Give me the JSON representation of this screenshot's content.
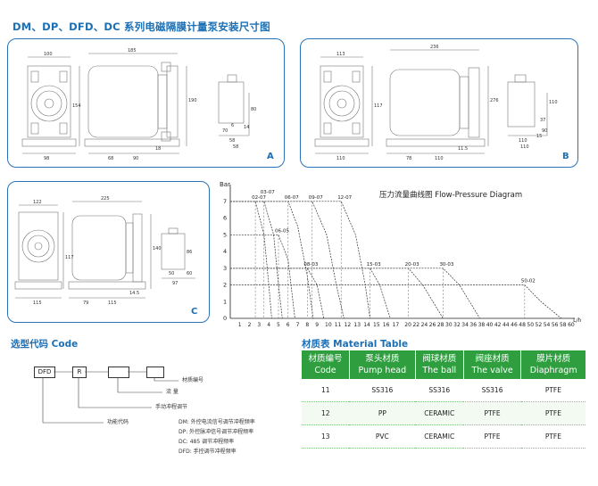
{
  "title": "DM、DP、DFD、DC 系列电磁隔膜计量泵安装尺寸图",
  "panels": {
    "A": {
      "label": "A",
      "dims": [
        "100",
        "185",
        "98",
        "68",
        "90",
        "18",
        "154",
        "190",
        "6",
        "70",
        "80",
        "58",
        "14",
        "58"
      ]
    },
    "B": {
      "label": "B",
      "dims": [
        "113",
        "236",
        "110",
        "78",
        "110",
        "11.5",
        "117",
        "276",
        "110",
        "90",
        "37",
        "110",
        "15",
        "110"
      ]
    },
    "C": {
      "label": "C",
      "dims": [
        "122",
        "225",
        "115",
        "79",
        "115",
        "14.5",
        "117",
        "140",
        "86",
        "50",
        "97",
        "60"
      ]
    }
  },
  "chart_data": {
    "type": "line",
    "title": "压力流量曲线图 Flow-Pressure Diagram",
    "ylabel": "Bar",
    "xlabel": "L/h",
    "ylim": [
      0,
      8
    ],
    "yticks": [
      0,
      1,
      2,
      3,
      4,
      5,
      6,
      7
    ],
    "xticks": [
      1,
      2,
      3,
      4,
      5,
      6,
      7,
      8,
      9,
      10,
      11,
      12,
      13,
      14,
      15,
      16,
      17,
      20,
      22,
      24,
      26,
      28,
      30,
      32,
      34,
      36,
      38,
      40,
      42,
      44,
      46,
      48,
      50,
      52,
      54,
      56,
      58,
      60
    ],
    "grid": false,
    "series": [
      {
        "name": "02-07",
        "points": [
          [
            0,
            7
          ],
          [
            2.6,
            7
          ],
          [
            3.5,
            5
          ],
          [
            4,
            2
          ],
          [
            4.3,
            0
          ]
        ]
      },
      {
        "name": "03-07",
        "points": [
          [
            0,
            7
          ],
          [
            3.5,
            7
          ],
          [
            4.5,
            5
          ],
          [
            5,
            2
          ],
          [
            5.4,
            0
          ]
        ]
      },
      {
        "name": "06-07",
        "points": [
          [
            0,
            7
          ],
          [
            6,
            7
          ],
          [
            7,
            5.5
          ],
          [
            8,
            2.5
          ],
          [
            8.6,
            0
          ]
        ]
      },
      {
        "name": "06-05",
        "points": [
          [
            0,
            5
          ],
          [
            5,
            5
          ],
          [
            6,
            3.5
          ],
          [
            6.5,
            1
          ],
          [
            6.7,
            0
          ]
        ]
      },
      {
        "name": "09-07",
        "points": [
          [
            0,
            7
          ],
          [
            8.5,
            7
          ],
          [
            10,
            5
          ],
          [
            11,
            2
          ],
          [
            11.8,
            0
          ]
        ]
      },
      {
        "name": "08-03",
        "points": [
          [
            0,
            3
          ],
          [
            8,
            3
          ],
          [
            9,
            2
          ],
          [
            9.7,
            0
          ]
        ]
      },
      {
        "name": "12-07",
        "points": [
          [
            0,
            7
          ],
          [
            11.5,
            7
          ],
          [
            13,
            5
          ],
          [
            14,
            2
          ],
          [
            14.5,
            0
          ]
        ]
      },
      {
        "name": "15-03",
        "points": [
          [
            0,
            3
          ],
          [
            14.5,
            3
          ],
          [
            15.5,
            2
          ],
          [
            16.6,
            0
          ]
        ]
      },
      {
        "name": "20-03",
        "points": [
          [
            0,
            3
          ],
          [
            20.5,
            3
          ],
          [
            24,
            2
          ],
          [
            29,
            0
          ]
        ]
      },
      {
        "name": "30-03",
        "points": [
          [
            0,
            3
          ],
          [
            29,
            3
          ],
          [
            33,
            2
          ],
          [
            38,
            0
          ]
        ]
      },
      {
        "name": "50-02",
        "points": [
          [
            0,
            2
          ],
          [
            49,
            2
          ],
          [
            53,
            1
          ],
          [
            58,
            0
          ]
        ]
      }
    ]
  },
  "code_section": {
    "title": "选型代码 Code",
    "boxes": [
      "DFD",
      "R",
      "",
      ""
    ],
    "labels": {
      "material": "材质编号",
      "flow": "流 量",
      "stroke": "手动冲程调节",
      "func": "功能代码",
      "dm": "DM: 外控电流信号调节冲程频率",
      "dp": "DP: 外控脉冲信号调节冲程频率",
      "dc": "DC: 485 调节冲程频率",
      "dfd": "DFD: 手控调节冲程频率"
    }
  },
  "material": {
    "title": "材质表 Material Table",
    "headers": [
      [
        "材质编号",
        "Code"
      ],
      [
        "泵头材质",
        "Pump head"
      ],
      [
        "阀球材质",
        "The ball"
      ],
      [
        "阀座材质",
        "The valve"
      ],
      [
        "膜片材质",
        "Diaphragm"
      ]
    ],
    "rows": [
      [
        "11",
        "SS316",
        "SS316",
        "SS316",
        "PTFE"
      ],
      [
        "12",
        "PP",
        "CERAMIC",
        "PTFE",
        "PTFE"
      ],
      [
        "13",
        "PVC",
        "CERAMIC",
        "PTFE",
        "PTFE"
      ]
    ]
  }
}
